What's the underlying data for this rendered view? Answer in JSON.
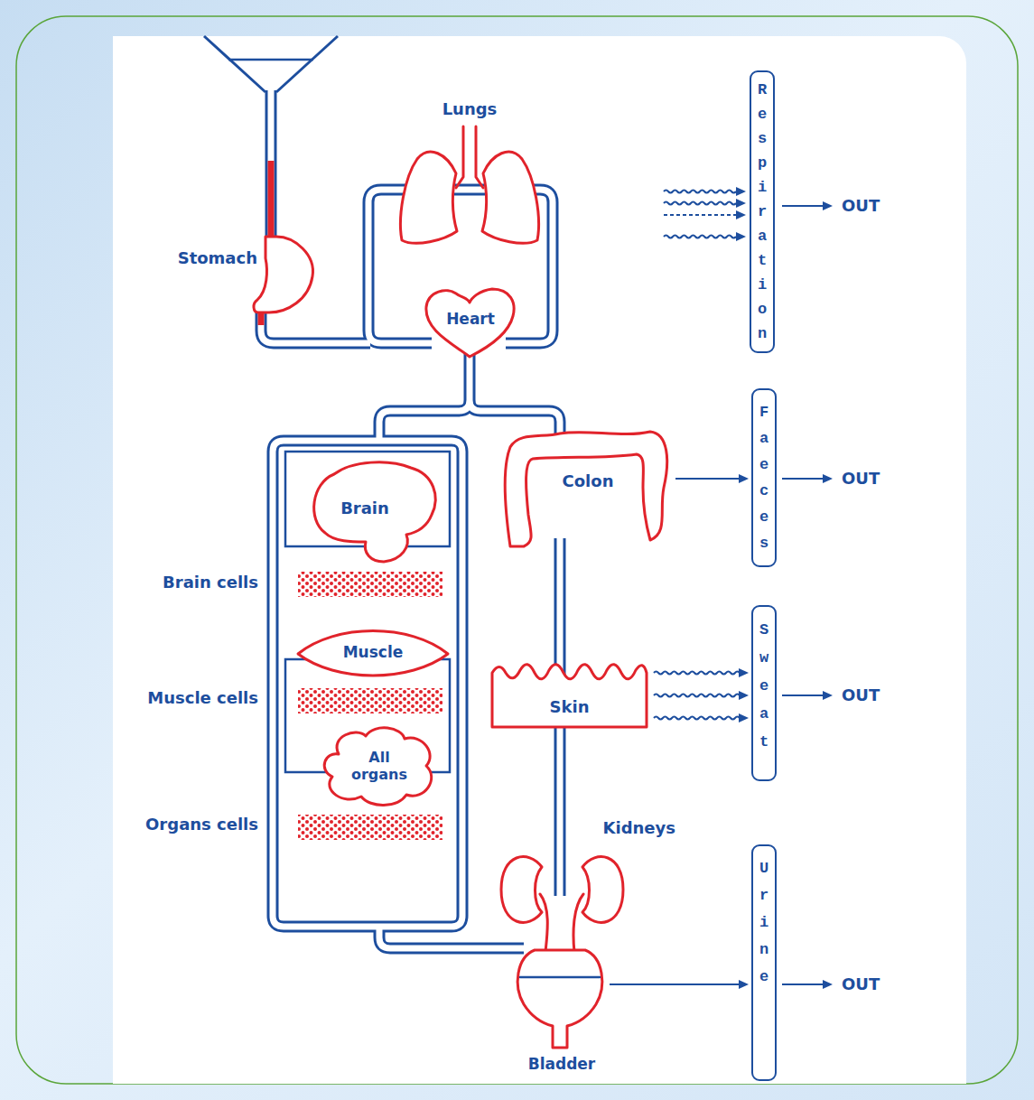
{
  "diagram": {
    "nodes": [
      {
        "text": [
          "Lungs"
        ]
      },
      {
        "text": [
          "Stomach"
        ]
      },
      {
        "text": [
          "Heart"
        ]
      },
      {
        "text": [
          "Respiration"
        ]
      },
      {
        "text": [
          "Brain"
        ]
      },
      {
        "text": [
          "Muscle"
        ]
      },
      {
        "text": [
          "All organs"
        ]
      },
      {
        "text": [
          "Colon"
        ]
      },
      {
        "text": [
          "Faeces"
        ]
      },
      {
        "text": [
          "Skin"
        ]
      },
      {
        "text": [
          "Sweat"
        ]
      },
      {
        "text": [
          "Kidneys"
        ]
      },
      {
        "text": [
          "Bladder"
        ]
      },
      {
        "text": [
          "Urine"
        ]
      }
    ],
    "edges": [
      {
        "from": 7,
        "to": 8,
        "arrow": "to"
      },
      {
        "from": 9,
        "to": 10,
        "arrow": "to"
      },
      {
        "from": 12,
        "to": 13,
        "arrow": "to"
      }
    ],
    "labels": [
      "Brain cells",
      "Muscle cells",
      "Organs cells",
      "OUT",
      "OUT",
      "OUT",
      "OUT"
    ]
  }
}
